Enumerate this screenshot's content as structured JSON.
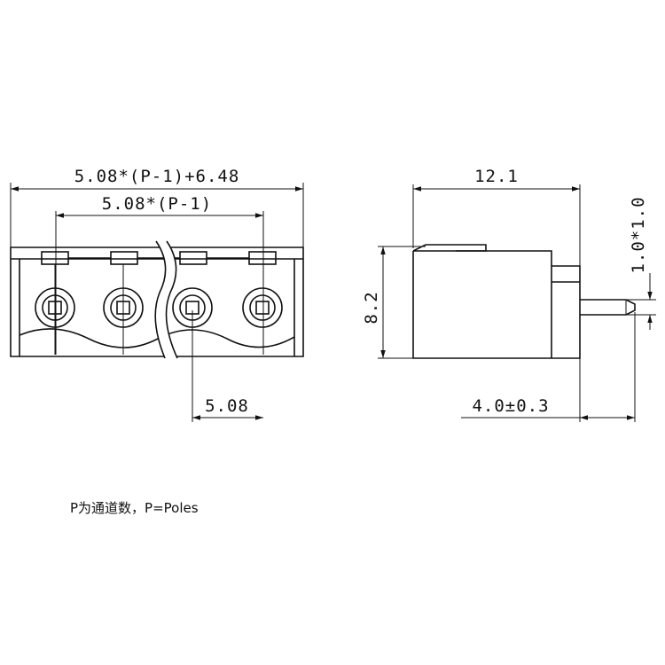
{
  "front_view": {
    "overall_width_label": "5.08*(P-1)+6.48",
    "pitch_span_label": "5.08*(P-1)",
    "pitch_label": "5.08"
  },
  "side_view": {
    "depth_label": "12.1",
    "height_label": "8.2",
    "pin_label": "1.0*1.0",
    "pin_length_label": "4.0±0.3"
  },
  "note": "P为通道数，P=Poles"
}
